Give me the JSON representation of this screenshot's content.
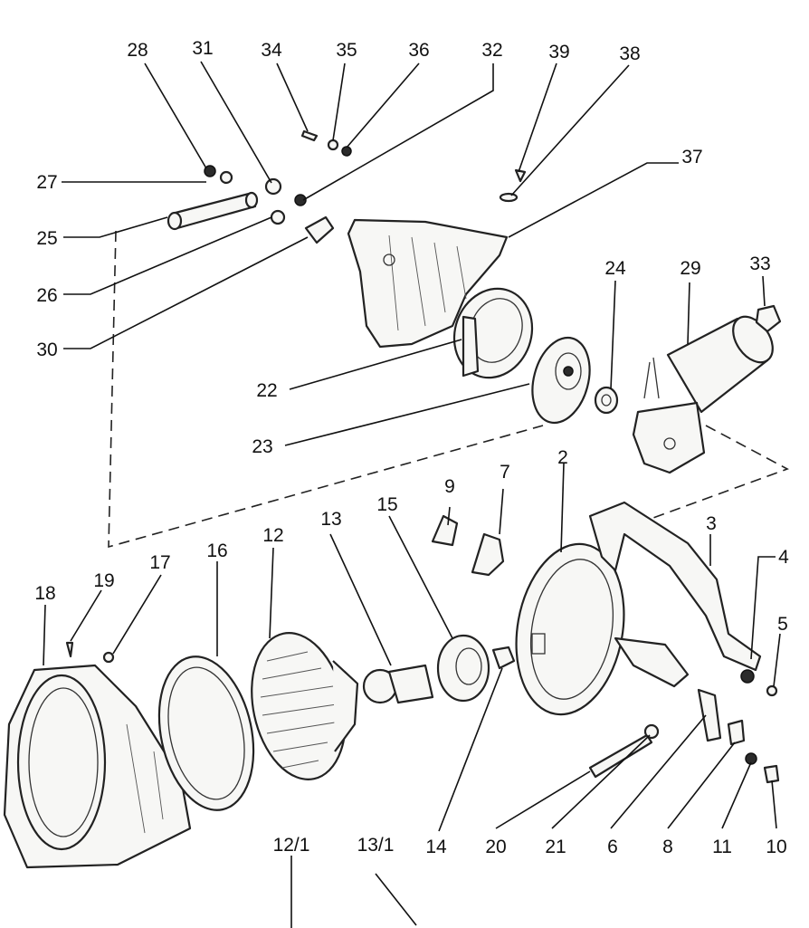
{
  "labels": {
    "p2": "2",
    "p3": "3",
    "p4": "4",
    "p5": "5",
    "p6": "6",
    "p7": "7",
    "p8": "8",
    "p9": "9",
    "p10": "10",
    "p11": "11",
    "p12": "12",
    "p12_1": "12/1",
    "p13": "13",
    "p13_1": "13/1",
    "p14": "14",
    "p15": "15",
    "p16": "16",
    "p17": "17",
    "p18": "18",
    "p19": "19",
    "p20": "20",
    "p21": "21",
    "p22": "22",
    "p23": "23",
    "p24": "24",
    "p25": "25",
    "p26": "26",
    "p27": "27",
    "p28": "28",
    "p29": "29",
    "p30": "30",
    "p31": "31",
    "p32": "32",
    "p33": "33",
    "p34": "34",
    "p35": "35",
    "p36": "36",
    "p37": "37",
    "p38": "38",
    "p39": "39"
  }
}
